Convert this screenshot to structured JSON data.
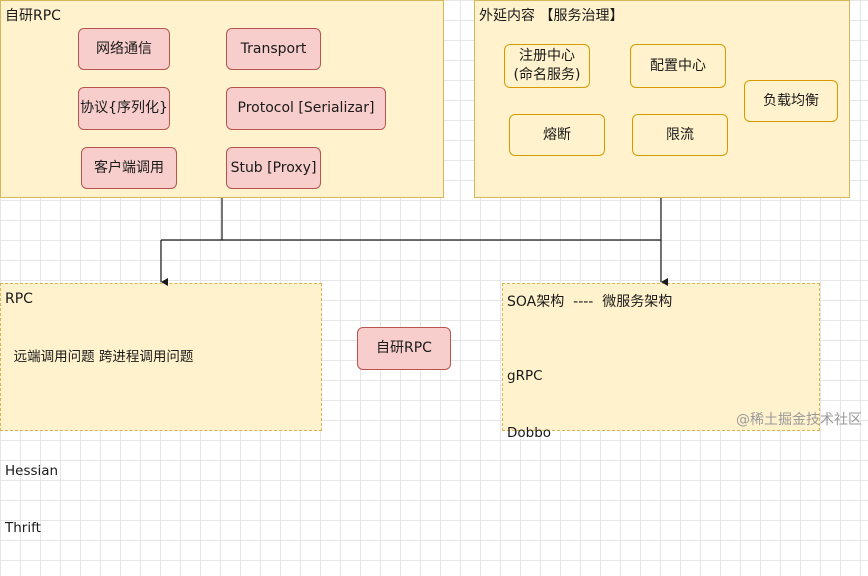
{
  "left_panel": {
    "title": "自研RPC",
    "nodes": [
      "网络通信",
      "Transport",
      "协议{序列化}",
      "Protocol [Serializar]",
      "客户端调用",
      "Stub [Proxy]"
    ]
  },
  "right_panel": {
    "title": "外延内容 【服务治理】",
    "nodes": [
      "注册中心\n(命名服务)",
      "配置中心",
      "负载均衡",
      "熔断",
      "限流"
    ]
  },
  "bottom_left": {
    "title": "RPC",
    "lines": [
      "  远端调用问题 跨进程调用问题",
      "",
      "Hessian",
      "Thrift"
    ]
  },
  "center_node": "自研RPC",
  "bottom_right": {
    "title": "SOA架构  ----  微服务架构",
    "lines": [
      "gRPC",
      "Dobbo"
    ]
  },
  "watermark": "@稀土掘金技术社区",
  "colors": {
    "panel_fill": "#fff2cc",
    "panel_stroke": "#d6b656",
    "red_fill": "#f8cecc",
    "red_stroke": "#b85450",
    "orange_stroke": "#d79b00",
    "connector": "#1a1a1a"
  }
}
